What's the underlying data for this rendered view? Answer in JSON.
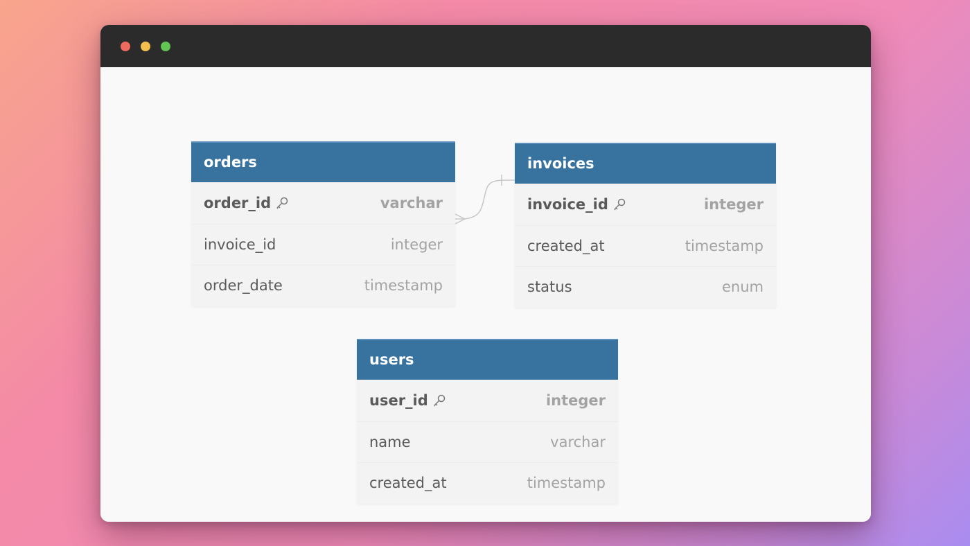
{
  "window": {
    "controls": {
      "close_color": "#ed6a5e",
      "minimize_color": "#f5bf4f",
      "zoom_color": "#61c554"
    }
  },
  "colors": {
    "header_bg": "#38729e",
    "row_bg": "#f3f3f3",
    "connector": "#c7c7c7"
  },
  "tables": [
    {
      "name": "orders",
      "columns": [
        {
          "name": "order_id",
          "type": "varchar",
          "pk": true
        },
        {
          "name": "invoice_id",
          "type": "integer",
          "pk": false
        },
        {
          "name": "order_date",
          "type": "timestamp",
          "pk": false
        }
      ]
    },
    {
      "name": "invoices",
      "columns": [
        {
          "name": "invoice_id",
          "type": "integer",
          "pk": true
        },
        {
          "name": "created_at",
          "type": "timestamp",
          "pk": false
        },
        {
          "name": "status",
          "type": "enum",
          "pk": false
        }
      ]
    },
    {
      "name": "users",
      "columns": [
        {
          "name": "user_id",
          "type": "integer",
          "pk": true
        },
        {
          "name": "name",
          "type": "varchar",
          "pk": false
        },
        {
          "name": "created_at",
          "type": "timestamp",
          "pk": false
        }
      ]
    }
  ],
  "relationships": [
    {
      "from": "orders.invoice_id",
      "to": "invoices.invoice_id",
      "from_end": "many",
      "to_end": "one"
    }
  ]
}
